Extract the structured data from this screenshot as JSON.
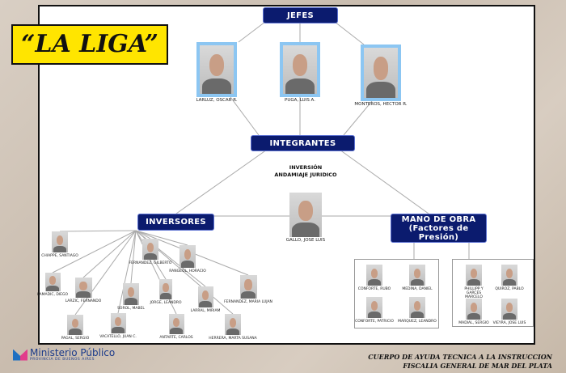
{
  "title": "“LA LIGA”",
  "boxes": {
    "jefes": "JEFES",
    "integrantes": "INTEGRANTES",
    "inversores": "INVERSORES",
    "mano_obra_1": "MANO DE OBRA",
    "mano_obra_2": "(Factores de Presión)"
  },
  "integrantes_note": [
    "INVERSIÓN",
    "ANDAMIAJE JURIDICO"
  ],
  "jefes": [
    {
      "name": "LARLUZ, OSCAR R."
    },
    {
      "name": "PUGA, LUIS A."
    },
    {
      "name": "MONTEROS, HECTOR R."
    }
  ],
  "central": {
    "name": "GALLO, JOSE LUIS"
  },
  "inversores": [
    {
      "name": "CHIAPPE, SANTIAGO"
    },
    {
      "name": "LAMADIC, DIEGO"
    },
    {
      "name": "LARZIC, FERNANDO"
    },
    {
      "name": "PAGAL, SERGIO"
    },
    {
      "name": "VACATELLO, JUAN C."
    },
    {
      "name": "SOROL, MABEL"
    },
    {
      "name": "FERNANDEZ, GILBERTO"
    },
    {
      "name": "JORGE, LEANDRO"
    },
    {
      "name": "ANTARTE, CARLOS"
    },
    {
      "name": "RANGEOL, HORACIO"
    },
    {
      "name": "LARRAL, MIRIAM"
    },
    {
      "name": "HERRERA, MARTA SUSANA"
    },
    {
      "name": "FERNANDEZ, MARIA LUJAN"
    }
  ],
  "mano_obra": [
    {
      "name": "CONFORTE, RUBO"
    },
    {
      "name": "MEDINA, DANIEL"
    },
    {
      "name": "CONFORTE, PATRICIO"
    },
    {
      "name": "MARQUEZ, LEANDRO"
    },
    {
      "name": "PHILLIPP Y GARCES MARCELO"
    },
    {
      "name": "QUIROZ, PABLO"
    },
    {
      "name": "MADIAL, SERGIO"
    },
    {
      "name": "VIEYRA, JOSE LUIS"
    }
  ],
  "logo": {
    "line1": "Ministerio Público",
    "line2": "PROVINCIA DE BUENOS AIRES"
  },
  "footer": [
    "CUERPO DE AYUDA TECNICA A LA INSTRUCCION",
    "FISCALIA GENERAL DE  MAR DEL PLATA"
  ]
}
